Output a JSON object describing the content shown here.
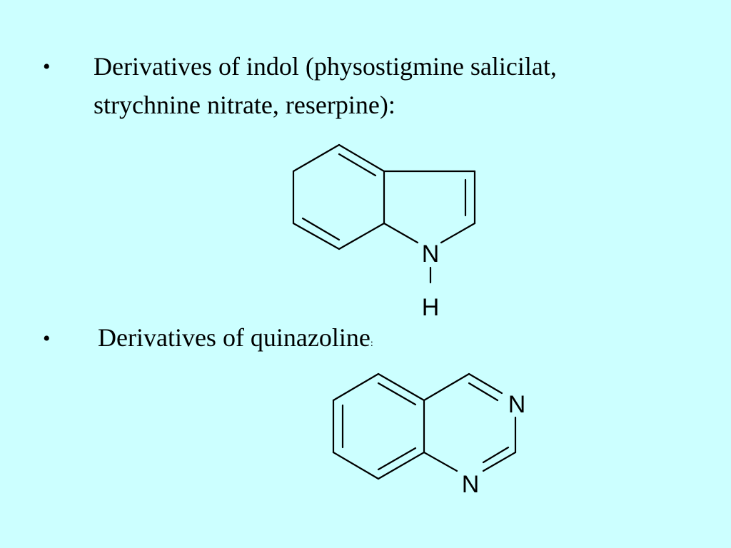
{
  "bullets": [
    {
      "symbol": "•",
      "line1": "Derivatives of indol (physostigmine salicilat,",
      "line2": "strychnine nitrate, reserpine):"
    },
    {
      "symbol": "•",
      "text": "Derivatives of quinazoline",
      "suffix": ":"
    }
  ],
  "structures": {
    "indole": {
      "atoms": {
        "n": "N",
        "h": "H"
      }
    },
    "quinazoline": {
      "atoms": {
        "n1": "N",
        "n3": "N"
      }
    }
  },
  "colors": {
    "background": "#ccffff",
    "ink": "#000000"
  }
}
